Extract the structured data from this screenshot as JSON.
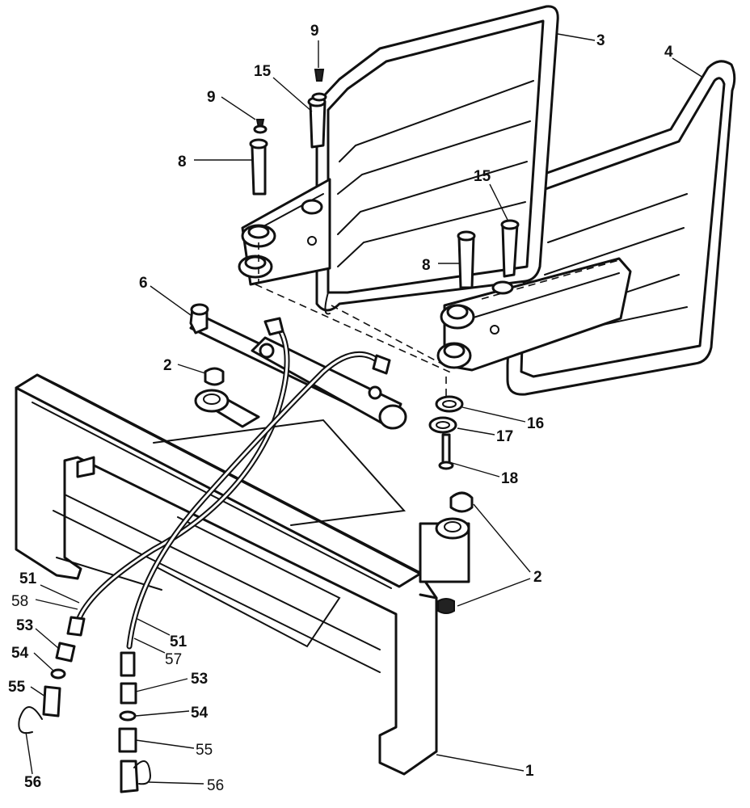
{
  "callouts": {
    "c1": "1",
    "c2a": "2",
    "c2b": "2",
    "c3": "3",
    "c4": "4",
    "c6": "6",
    "c8a": "8",
    "c8b": "8",
    "c9a": "9",
    "c9b": "9",
    "c15a": "15",
    "c15b": "15",
    "c16": "16",
    "c17": "17",
    "c18": "18",
    "c51a": "51",
    "c51b": "51",
    "c53a": "53",
    "c53b": "53",
    "c54a": "54",
    "c54b": "54",
    "c55a": "55",
    "c55b": "55",
    "c56a": "56",
    "c56b": "56",
    "c57": "57",
    "c58": "58"
  }
}
